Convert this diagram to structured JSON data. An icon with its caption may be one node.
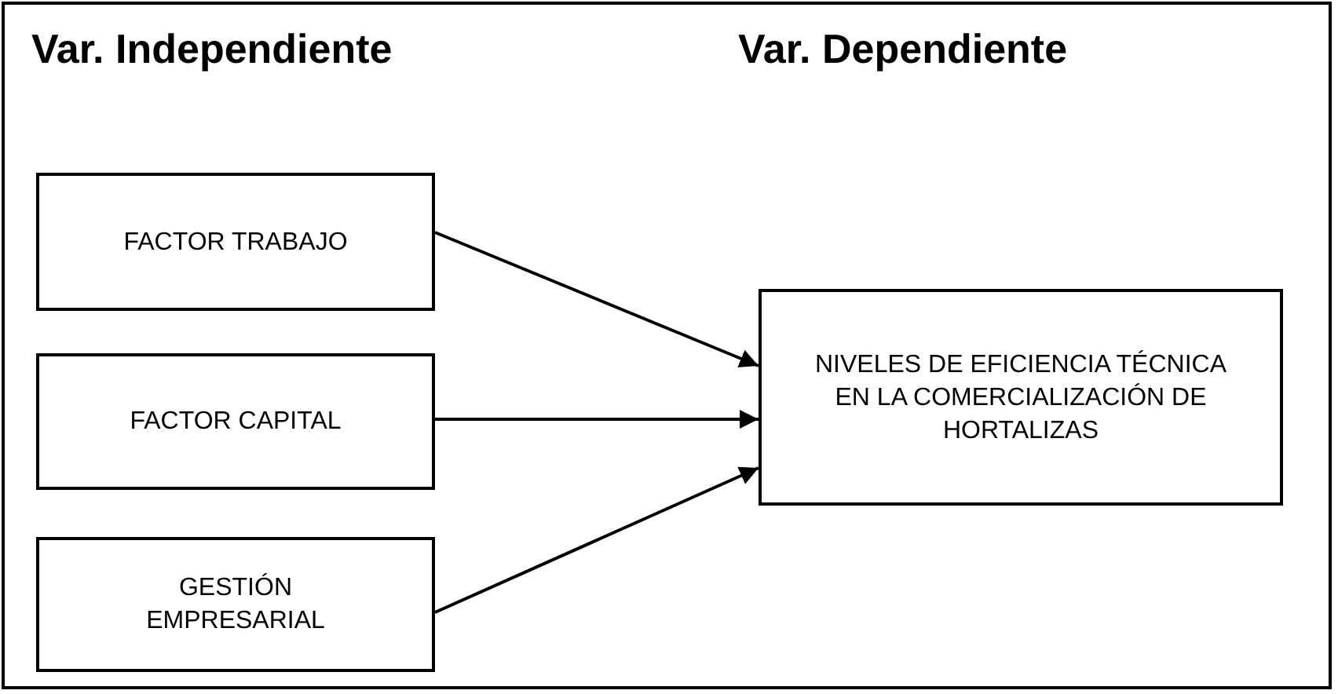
{
  "diagram": {
    "nodes": [
      {
        "text": [
          "FACTOR TRABAJO"
        ]
      },
      {
        "text": [
          "FACTOR CAPITAL"
        ]
      },
      {
        "text": [
          "GESTIÓN EMPRESARIAL"
        ]
      },
      {
        "text": [
          "NIVELES DE EFICIENCIA TÉCNICA EN LA COMERCIALIZACIÓN DE HORTALIZAS"
        ]
      }
    ],
    "edges": [
      {
        "from": 0,
        "to": 3,
        "arrow": "to"
      },
      {
        "from": 1,
        "to": 3,
        "arrow": "to"
      },
      {
        "from": 2,
        "to": 3,
        "arrow": "to"
      }
    ],
    "labels": [
      "Var. Independiente",
      "Var. Dependiente"
    ]
  }
}
